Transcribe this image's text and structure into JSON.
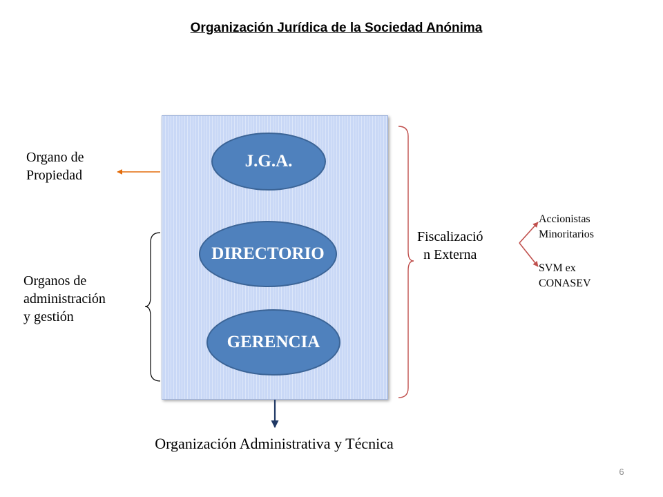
{
  "title": "Organización Jurídica de la Sociedad Anónima",
  "nodes": {
    "jga": "J.G.A.",
    "directorio": "DIRECTORIO",
    "gerencia": "GERENCIA"
  },
  "labels": {
    "organo_propiedad": [
      "Organo de",
      "Propiedad"
    ],
    "organos_admin": [
      "Organos de",
      "administración",
      "y gestión"
    ],
    "fiscalizacion": [
      "Fiscalizació",
      "n Externa"
    ],
    "accionistas": [
      "Accionistas",
      "Minoritarios"
    ],
    "svm": [
      "SVM ex",
      "CONASEV"
    ],
    "org_admin_tecnica": "Organización Administrativa y Técnica"
  },
  "page_number": "6",
  "colors": {
    "ellipse_fill": "#4f81bd",
    "panel_fill": "#c9d8f6",
    "orange_arrow": "#e46c0a",
    "red_arrow": "#c0504d",
    "navy_arrow": "#1f3864",
    "red_brace": "#c0504d"
  }
}
